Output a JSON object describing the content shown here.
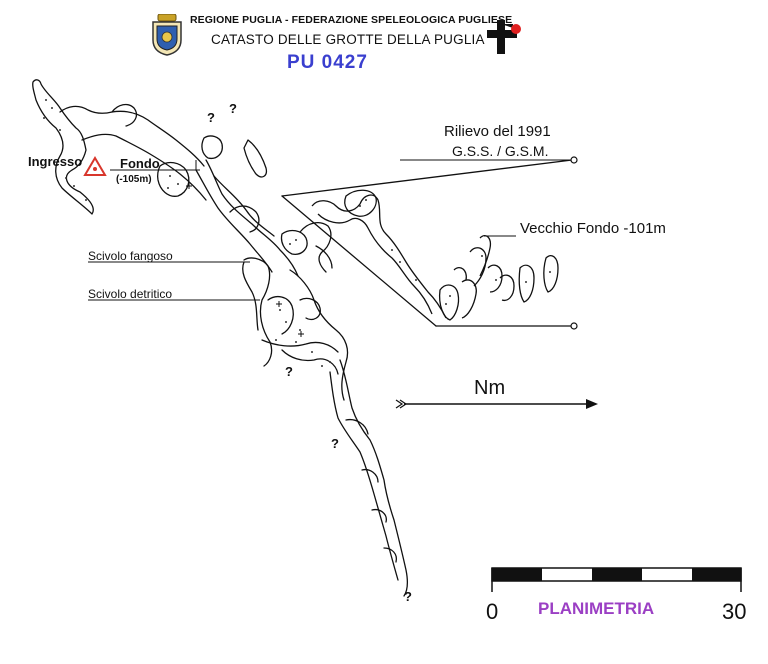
{
  "header": {
    "line1": "REGIONE PUGLIA - FEDERAZIONE SPELEOLOGICA PUGLIESE",
    "line2": "CATASTO DELLE GROTTE DELLA PUGLIA",
    "cave_code": "PU 0427",
    "code_color": "#3a3fcf",
    "left_emblem": "regione-puglia-coat-of-arms-icon",
    "right_emblem": "federazione-speleologica-logo-icon"
  },
  "labels": {
    "entrance": "Ingresso",
    "bottom": "Fondo",
    "bottom_depth": "(-105m)",
    "muddy_slide": "Scivolo fangoso",
    "debris_slide": "Scivolo detritico",
    "survey_line1": "Rilievo del 1991",
    "survey_line2": "G.S.S. / G.S.M.",
    "old_bottom": "Vecchio Fondo -101m",
    "north": "Nm",
    "question_mark": "?"
  },
  "scale": {
    "min_label": "0",
    "max_label": "30",
    "title": "PLANIMETRIA",
    "title_color": "#9b3fc4"
  },
  "colors": {
    "entrance_marker": "#d8362c",
    "logo_dot": "#e02020",
    "ink": "#111111"
  }
}
